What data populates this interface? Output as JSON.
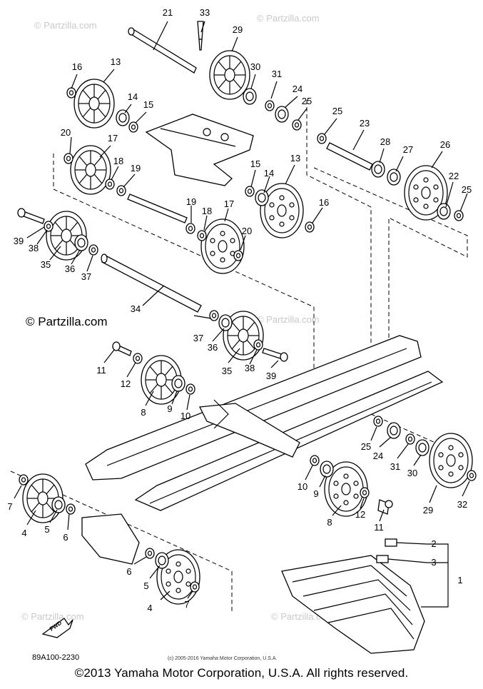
{
  "diagram": {
    "watermark_text": "© Partzilla.com",
    "watermark_main": "© Partzilla.com",
    "diagram_code": "89A100-2230",
    "small_copyright": "(c) 2005-2016 Yamaha Motor Corporation, U.S.A.",
    "fwd_label": "FWD",
    "footer": "©2013 Yamaha Motor Corporation, U.S.A. All rights reserved."
  },
  "callouts": [
    {
      "n": "21"
    },
    {
      "n": "33"
    },
    {
      "n": "29"
    },
    {
      "n": "16"
    },
    {
      "n": "13"
    },
    {
      "n": "30"
    },
    {
      "n": "31"
    },
    {
      "n": "24"
    },
    {
      "n": "25"
    },
    {
      "n": "14"
    },
    {
      "n": "15"
    },
    {
      "n": "25"
    },
    {
      "n": "23"
    },
    {
      "n": "20"
    },
    {
      "n": "17"
    },
    {
      "n": "28"
    },
    {
      "n": "27"
    },
    {
      "n": "26"
    },
    {
      "n": "18"
    },
    {
      "n": "19"
    },
    {
      "n": "15"
    },
    {
      "n": "14"
    },
    {
      "n": "13"
    },
    {
      "n": "22"
    },
    {
      "n": "25"
    },
    {
      "n": "16"
    },
    {
      "n": "19"
    },
    {
      "n": "18"
    },
    {
      "n": "17"
    },
    {
      "n": "20"
    },
    {
      "n": "39"
    },
    {
      "n": "38"
    },
    {
      "n": "35"
    },
    {
      "n": "36"
    },
    {
      "n": "37"
    },
    {
      "n": "34"
    },
    {
      "n": "37"
    },
    {
      "n": "36"
    },
    {
      "n": "35"
    },
    {
      "n": "38"
    },
    {
      "n": "39"
    },
    {
      "n": "11"
    },
    {
      "n": "12"
    },
    {
      "n": "8"
    },
    {
      "n": "9"
    },
    {
      "n": "10"
    },
    {
      "n": "25"
    },
    {
      "n": "24"
    },
    {
      "n": "31"
    },
    {
      "n": "30"
    },
    {
      "n": "32"
    },
    {
      "n": "29"
    },
    {
      "n": "10"
    },
    {
      "n": "9"
    },
    {
      "n": "12"
    },
    {
      "n": "11"
    },
    {
      "n": "8"
    },
    {
      "n": "7"
    },
    {
      "n": "4"
    },
    {
      "n": "5"
    },
    {
      "n": "6"
    },
    {
      "n": "6"
    },
    {
      "n": "5"
    },
    {
      "n": "7"
    },
    {
      "n": "4"
    },
    {
      "n": "2"
    },
    {
      "n": "3"
    },
    {
      "n": "1"
    }
  ]
}
